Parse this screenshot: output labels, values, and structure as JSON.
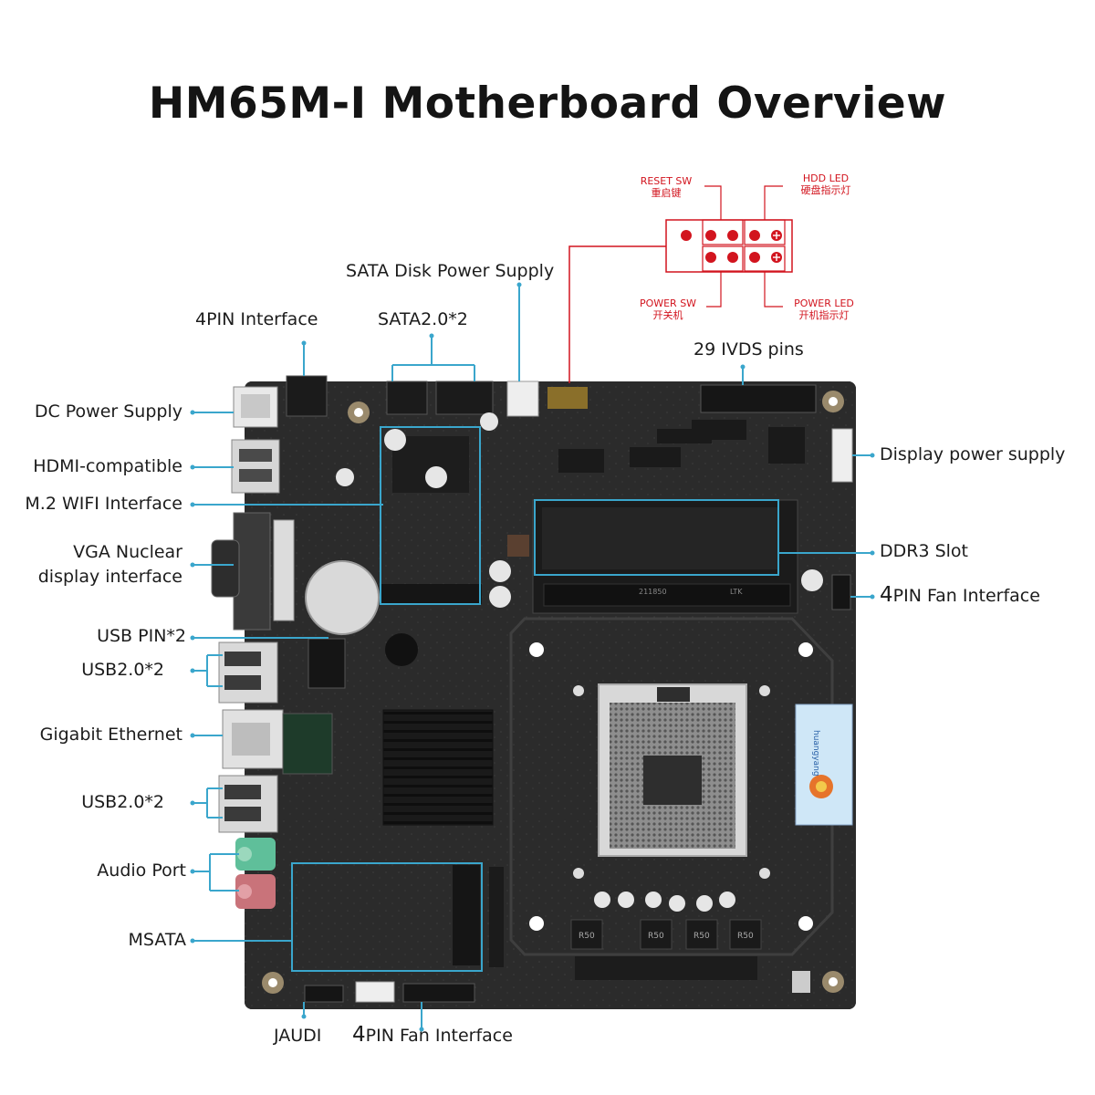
{
  "title": "HM65M-I Motherboard Overview",
  "labels": {
    "dc_power": "DC Power Supply",
    "hdmi": "HDMI-compatible",
    "m2_wifi": "M.2 WIFI Interface",
    "vga": "VGA Nuclear display interface",
    "usb_pin": "USB PIN*2",
    "usb20_a": "USB2.0*2",
    "ethernet": "Gigabit Ethernet",
    "usb20_b": "USB2.0*2",
    "audio": "Audio Port",
    "msata": "MSATA",
    "four_pin": "4PIN Interface",
    "sata20": "SATA2.0*2",
    "sata_power": "SATA Disk Power Supply",
    "ivds": "29 IVDS pins",
    "display_power": "Display power supply",
    "ddr3": "DDR3 Slot",
    "fan_right_digit": "4",
    "fan_right_rest": "PIN Fan Interface",
    "jaudi": "JAUDI",
    "fan_bottom_digit": "4",
    "fan_bottom_rest": "PIN Fan Interface"
  },
  "front_panel": {
    "reset_sw": "RESET SW",
    "reset_sw_cn": "重启键",
    "hdd_led": "HDD LED",
    "hdd_led_cn": "硬盘指示灯",
    "power_sw": "POWER SW",
    "power_sw_cn": "开关机",
    "power_led": "POWER LED",
    "power_led_cn": "开机指示灯"
  },
  "board_text": {
    "dimm_a": "211850",
    "dimm_b": "LTK",
    "choke_label": "R50",
    "brand": "huangyang"
  },
  "colors": {
    "board": "#2b2b2b",
    "callout_line": "#3aa6cc",
    "front_panel_red": "#d2141e"
  }
}
